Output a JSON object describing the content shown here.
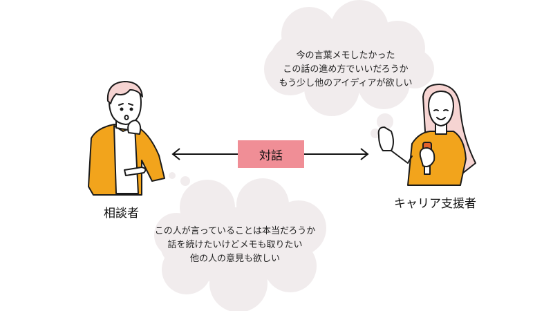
{
  "consultant": {
    "label": "相談者"
  },
  "supporter": {
    "label": "キャリア支援者"
  },
  "dialogue": {
    "label": "対話"
  },
  "thought_top": {
    "lines": [
      "今の言葉メモしたかった",
      "この話の進め方でいいだろうか",
      "もう少し他のアイディアが欲しい"
    ]
  },
  "thought_bottom": {
    "lines": [
      "この人が言っていることは本当だろうか",
      "話を続けたいけどメモも取りたい",
      "他の人の意見も欲しい"
    ]
  },
  "colors": {
    "accent_orange": "#f2a41c",
    "badge_pink": "#f08e96",
    "bubble": "#f1eced",
    "hair_pink": "#f6d4d2"
  }
}
